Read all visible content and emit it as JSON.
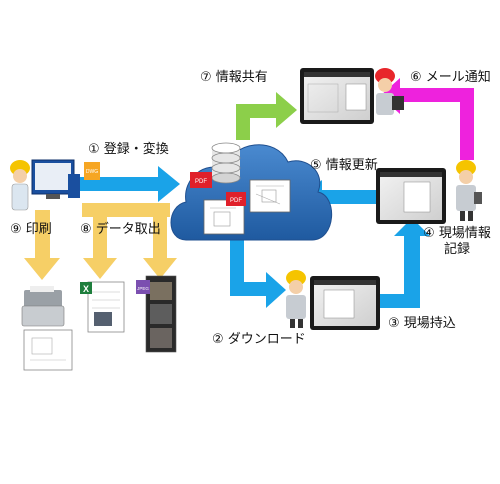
{
  "steps": {
    "register": "① 登録・変換",
    "download": "② ダウンロード",
    "carry": "③ 現場持込",
    "record_line1": "④ 現場情報",
    "record_line2": "記録",
    "update": "⑤ 情報更新",
    "mail": "⑥ メール通知",
    "share": "⑦ 情報共有",
    "export": "⑧ データ取出",
    "print": "⑨ 印刷"
  },
  "badges": {
    "pdf": "PDF",
    "dwg": "DWG",
    "jpeg": "JPEG",
    "excel": "X"
  },
  "colors": {
    "cloud": "#2f6fb8",
    "cloud_dark": "#1f4f8f",
    "arrow_blue": "#1aa3e8",
    "arrow_green": "#8ccf4a",
    "arrow_magenta": "#ee22dd",
    "arrow_yellow": "#f6cf66",
    "pdf_red": "#e0202a",
    "helmet_yellow": "#f5c400",
    "helmet_red": "#e8262b",
    "excel_green": "#1e7e3c",
    "jpeg_purple": "#7b4fb0"
  }
}
